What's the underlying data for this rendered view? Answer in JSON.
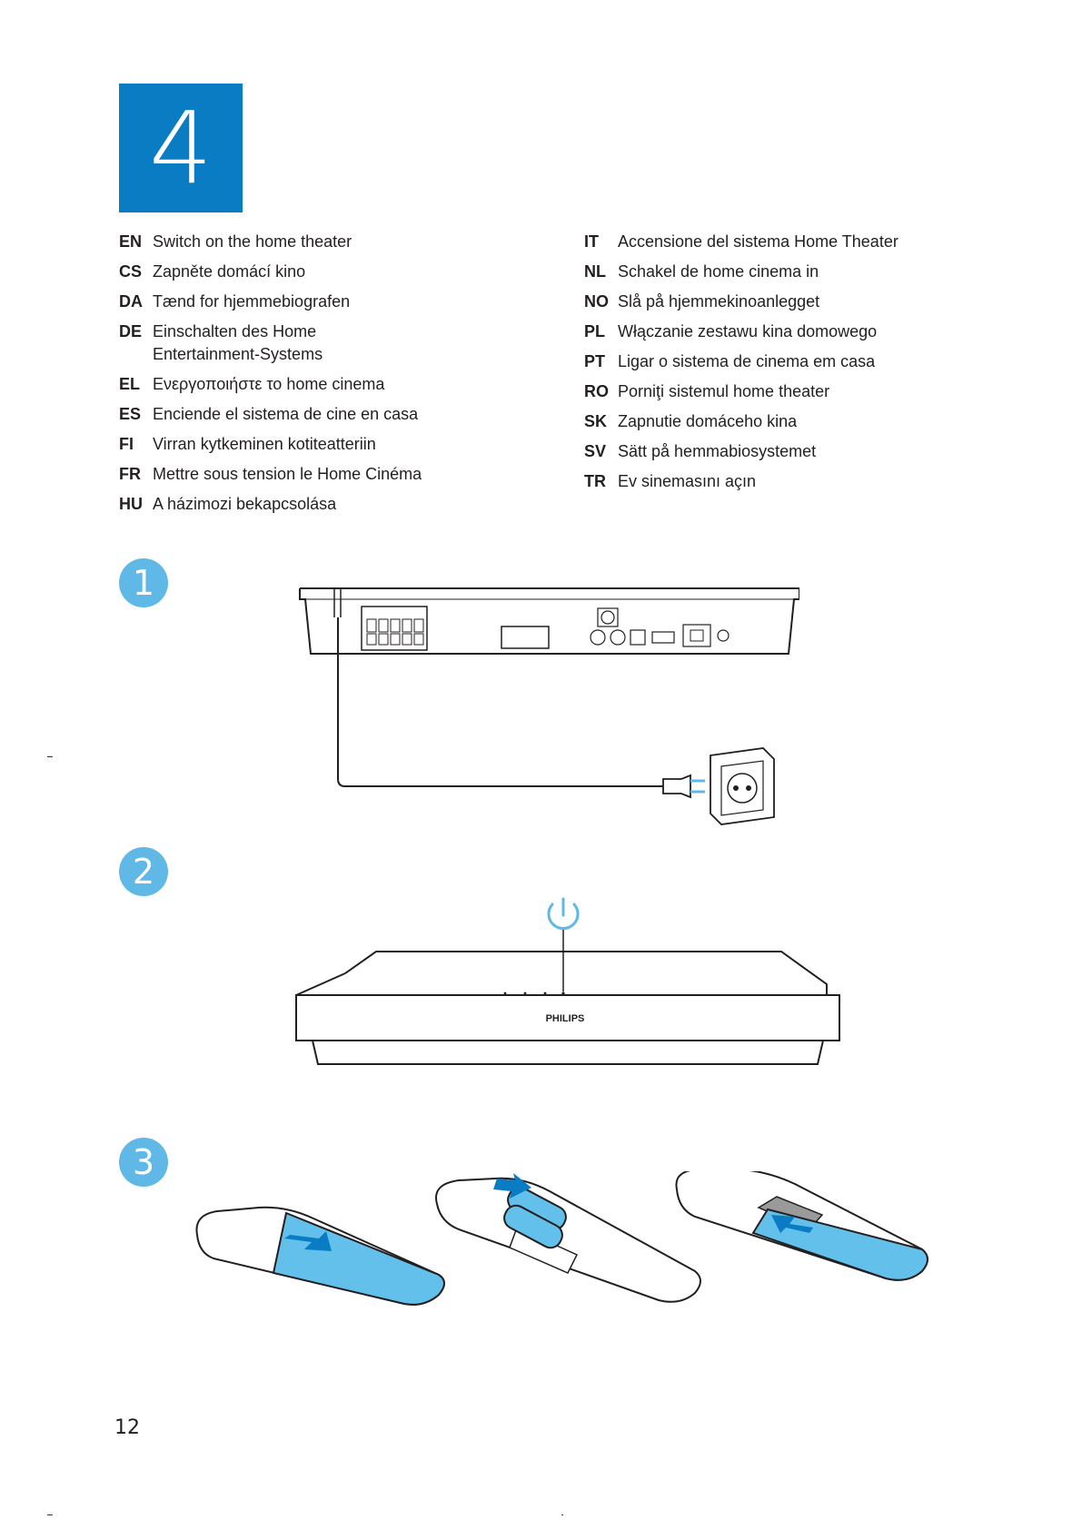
{
  "step_number": "4",
  "languages_left": [
    {
      "code": "EN",
      "text": "Switch on the home theater"
    },
    {
      "code": "CS",
      "text": "Zapněte domácí kino"
    },
    {
      "code": "DA",
      "text": "Tænd for hjemmebiografen"
    },
    {
      "code": "DE",
      "text": "Einschalten des Home Entertainment-Systems"
    },
    {
      "code": "EL",
      "text": "Ενεργοποιήστε το home cinema"
    },
    {
      "code": "ES",
      "text": "Enciende el sistema de cine en casa"
    },
    {
      "code": "FI",
      "text": "Virran kytkeminen kotiteatteriin"
    },
    {
      "code": "FR",
      "text": "Mettre sous tension le Home Cinéma"
    },
    {
      "code": "HU",
      "text": "A házimozi bekapcsolása"
    }
  ],
  "languages_right": [
    {
      "code": "IT",
      "text": "Accensione del sistema Home Theater"
    },
    {
      "code": "NL",
      "text": "Schakel de home cinema in"
    },
    {
      "code": "NO",
      "text": "Slå på hjemmekinoanlegget"
    },
    {
      "code": "PL",
      "text": "Włączanie zestawu kina domowego"
    },
    {
      "code": "PT",
      "text": "Ligar o sistema de cinema em casa"
    },
    {
      "code": "RO",
      "text": "Porniţi sistemul home theater"
    },
    {
      "code": "SK",
      "text": "Zapnutie domáceho kina"
    },
    {
      "code": "SV",
      "text": "Sätt på hemmabiosystemet"
    },
    {
      "code": "TR",
      "text": "Ev sinemasını açın"
    }
  ],
  "steps": [
    "1",
    "2",
    "3"
  ],
  "brand": "PHILIPS",
  "page_number": "12",
  "colors": {
    "accent": "#0a7cc4",
    "step_circle": "#5fb8e5",
    "battery_cover": "#62c0ea"
  }
}
